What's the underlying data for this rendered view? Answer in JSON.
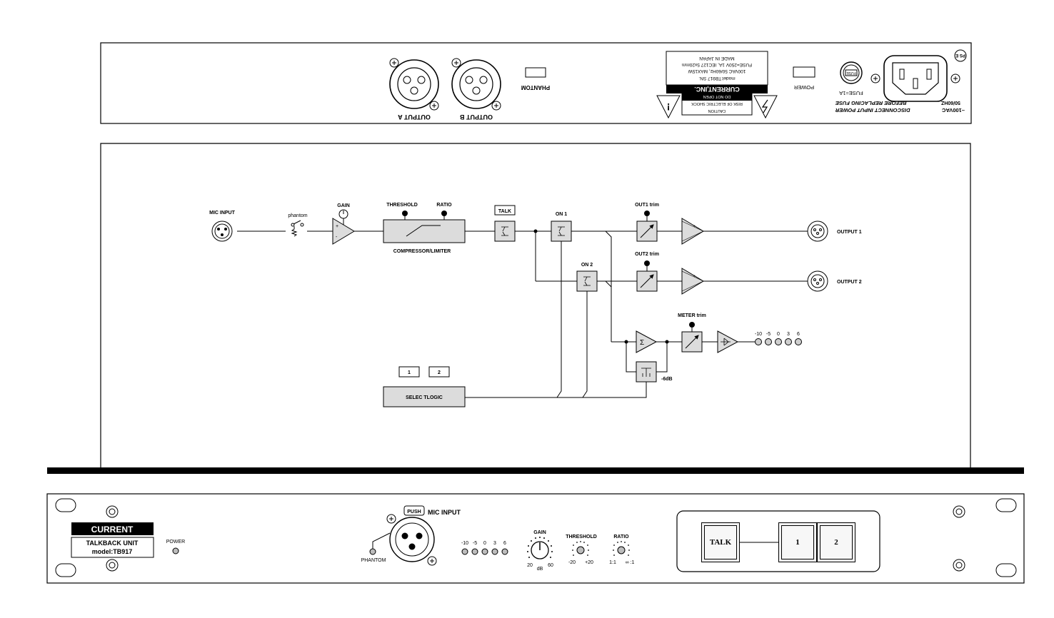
{
  "rear_panel": {
    "output_a": "OUTPUT A",
    "output_b": "OUTPUT B",
    "phantom": "PHANTOM",
    "power": "POWER",
    "fuse": "FUSE=1A",
    "fuse_cap": "FUSE",
    "ps": "PS E",
    "voltage": "~100VAC",
    "freq": "50/60HZ",
    "warn1": "DISCONNECT INPUT POWER",
    "warn2": "BEFORE REPLACING FUSE",
    "caution": "CAUTION",
    "risk": "RISK OF ELECTRIC SHOCK",
    "donot": "DO NOT OPEN",
    "brand": "CURRENT,INC.",
    "model_line": "model:TB917 SN.",
    "spec1": "100VAC 50/60Hz, MAX15W",
    "spec2": "FUSE=250V 1A, IEC127 5x20mm",
    "made": "MADE IN JAPAN"
  },
  "diagram": {
    "mic_input": "MIC INPUT",
    "phantom": "phantom",
    "gain": "GAIN",
    "threshold": "THRESHOLD",
    "ratio": "RATIO",
    "comp": "COMPRESSOR/LIMITER",
    "talk": "TALK",
    "on1": "ON 1",
    "on2": "ON 2",
    "out1_trim": "OUT1 trim",
    "out2_trim": "OUT2 trim",
    "meter_trim": "METER trim",
    "output1": "OUTPUT 1",
    "output2": "OUTPUT 2",
    "minus6": "-6dB",
    "btn1": "1",
    "btn2": "2",
    "select_logic": "SELEC TLOGIC",
    "meter_scale": [
      "-10",
      "-5",
      "0",
      "3",
      "6"
    ]
  },
  "front_panel": {
    "brand": "CURRENT",
    "unit": "TALKBACK UNIT",
    "model": "model:TB917",
    "power": "POWER",
    "push": "PUSH",
    "mic_input": "MIC INPUT",
    "phantom": "PHANTOM",
    "meter_scale": [
      "-10",
      "-5",
      "0",
      "3",
      "6"
    ],
    "gain": "GAIN",
    "gain_min": "20",
    "gain_unit": "dB",
    "gain_max": "60",
    "threshold": "THRESHOLD",
    "thr_min": "-20",
    "thr_max": "+20",
    "ratio": "RATIO",
    "ratio_min": "1:1",
    "ratio_max": "∞ :1",
    "talk_btn": "TALK",
    "btn1": "1",
    "btn2": "2"
  }
}
